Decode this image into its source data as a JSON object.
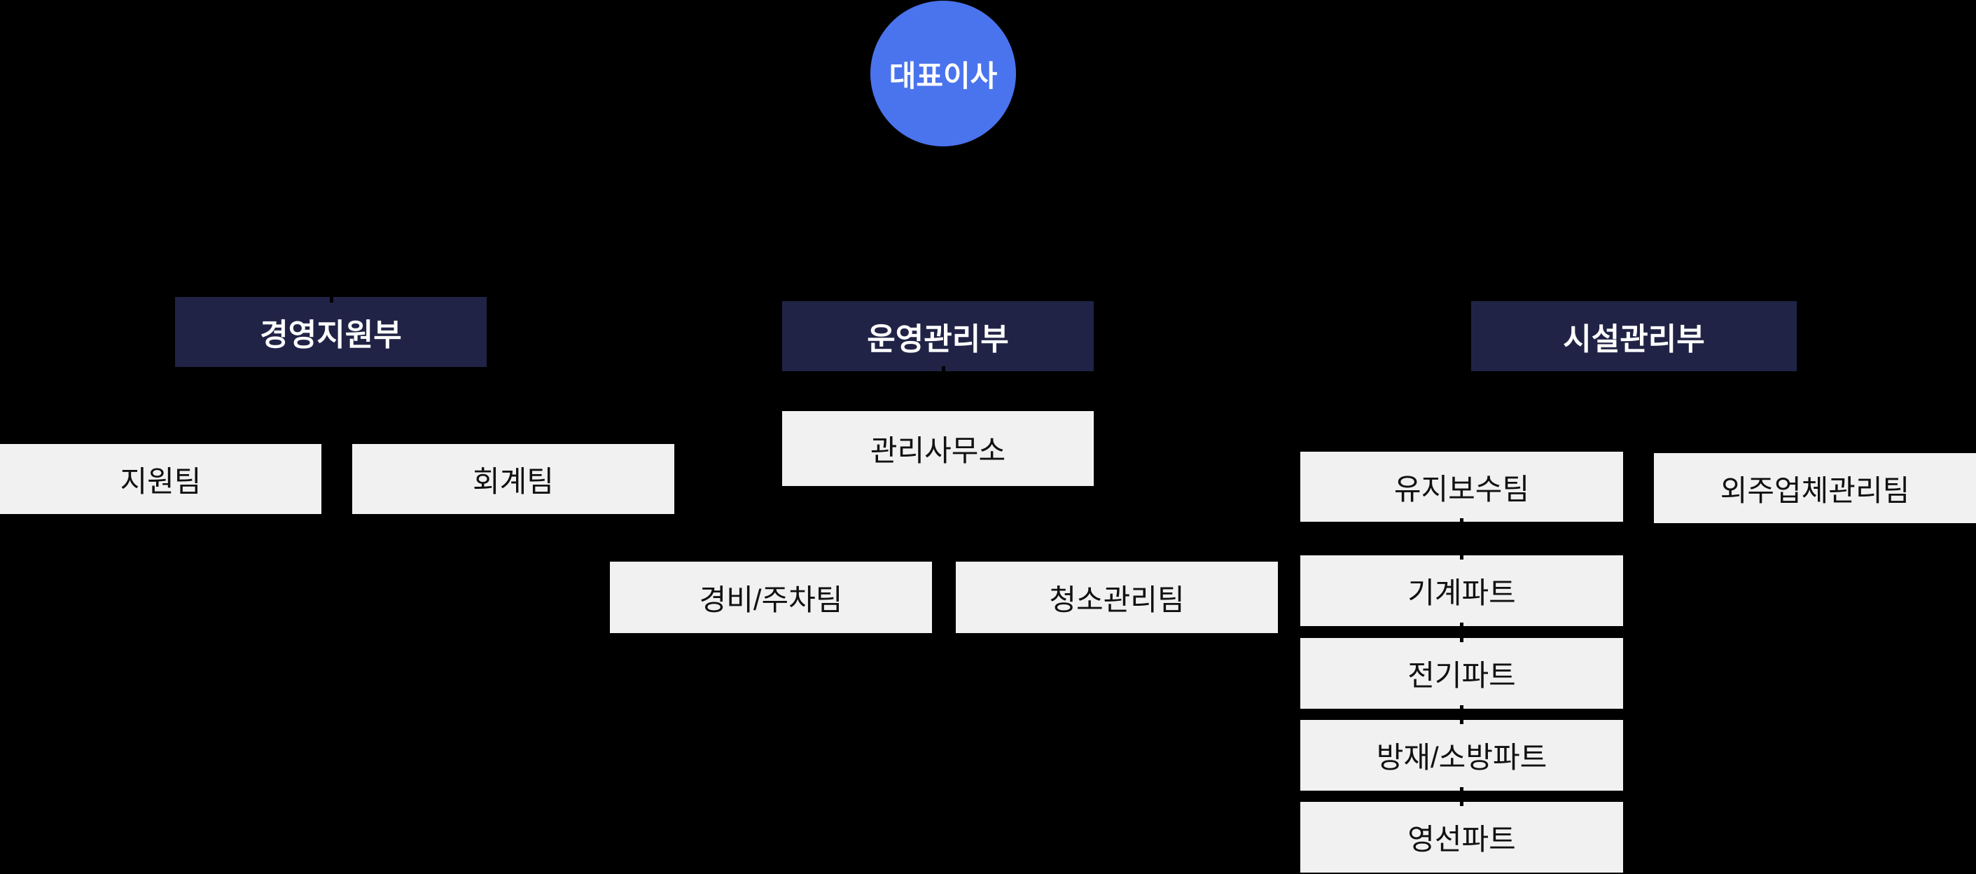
{
  "diagram_type": "organization-chart",
  "colors": {
    "background": "#000000",
    "ceo_circle": "#4A73EE",
    "department_header_bg": "#212346",
    "department_header_text": "#FFFFFF",
    "team_box_bg": "#F1F1F1",
    "team_box_text": "#111111",
    "connector": "#000000"
  },
  "ceo": {
    "label": "대표이사"
  },
  "departments": [
    {
      "label": "경영지원부",
      "teams": [
        {
          "label": "지원팀"
        },
        {
          "label": "회계팀"
        }
      ]
    },
    {
      "label": "운영관리부",
      "teams": [
        {
          "label": "관리사무소"
        },
        {
          "label": "경비/주차팀"
        },
        {
          "label": "청소관리팀"
        }
      ]
    },
    {
      "label": "시설관리부",
      "teams": [
        {
          "label": "유지보수팀"
        },
        {
          "label": "외주업체관리팀"
        }
      ],
      "sub_teams": [
        {
          "label": "기계파트"
        },
        {
          "label": "전기파트"
        },
        {
          "label": "방재/소방파트"
        },
        {
          "label": "영선파트"
        }
      ]
    }
  ]
}
